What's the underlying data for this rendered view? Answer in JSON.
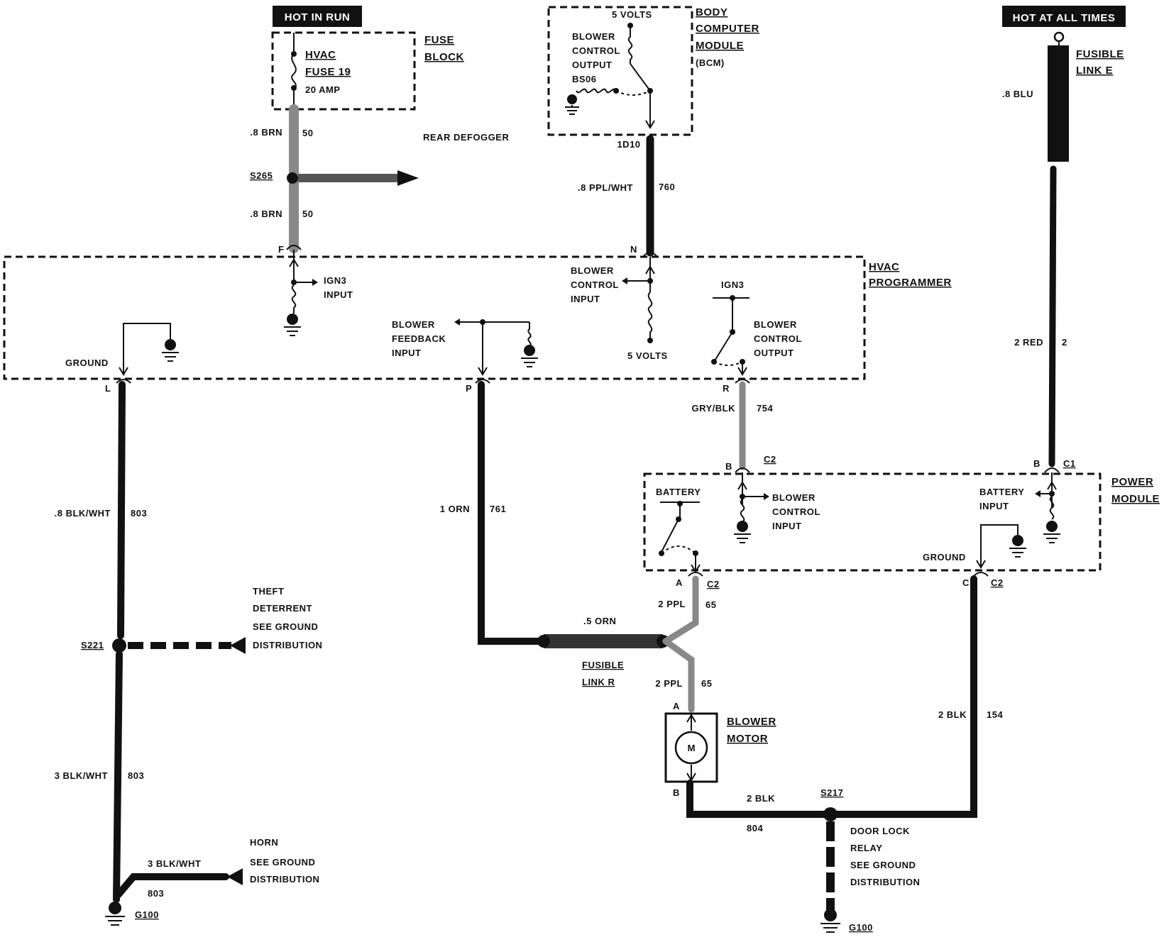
{
  "badges": {
    "hot_in_run": "HOT IN RUN",
    "hot_at_all_times": "HOT AT ALL TIMES"
  },
  "fuse_block": {
    "title_line1": "FUSE",
    "title_line2": "BLOCK",
    "fuse_line1": "HVAC",
    "fuse_line2": "FUSE 19",
    "fuse_line3": "20 AMP"
  },
  "bcm": {
    "title_line1": "BODY",
    "title_line2": "COMPUTER",
    "title_line3": "MODULE",
    "title_line4": "(BCM)",
    "supply": "5 VOLTS",
    "output_line1": "BLOWER",
    "output_line2": "CONTROL",
    "output_line3": "OUTPUT",
    "output_line4": "BS06",
    "connector": "1D10"
  },
  "fusible_link_e": {
    "line1": "FUSIBLE",
    "line2": "LINK E"
  },
  "wires": {
    "w_brn_upper_color": ".8 BRN",
    "w_brn_upper_num": "50",
    "w_brn_lower_color": ".8 BRN",
    "w_brn_lower_num": "50",
    "w_ppl_wht_color": ".8 PPL/WHT",
    "w_ppl_wht_num": "760",
    "w_blu_color": ".8 BLU",
    "w_red_color": "2 RED",
    "w_red_num": "2",
    "w_gry_blk_color": "GRY/BLK",
    "w_gry_blk_num": "754",
    "w_blk_wht_upper_color": ".8 BLK/WHT",
    "w_blk_wht_upper_num": "803",
    "w_orn_color": "1 ORN",
    "w_orn_num": "761",
    "w_orn_small": ".5 ORN",
    "w_ppl_upper_color": "2 PPL",
    "w_ppl_upper_num": "65",
    "w_ppl_lower_color": "2 PPL",
    "w_ppl_lower_num": "65",
    "w_blk_wht_lower_color": "3 BLK/WHT",
    "w_blk_wht_lower_num": "803",
    "w_horn_color": "3 BLK/WHT",
    "w_horn_num": "803",
    "w_blk_154_color": "2 BLK",
    "w_blk_154_num": "154",
    "w_blk_804_color": "2 BLK",
    "w_blk_804_num": "804"
  },
  "splices": {
    "s265": "S265",
    "s221": "S221",
    "s217": "S217"
  },
  "rear_defogger": "REAR DEFOGGER",
  "hvac_programmer": {
    "title_line1": "HVAC",
    "title_line2": "PROGRAMMER",
    "pin_f": "F",
    "pin_n": "N",
    "pin_l": "L",
    "pin_p": "P",
    "pin_r": "R",
    "ign3_input_1": "IGN3",
    "ign3_input_2": "INPUT",
    "blower_control_input_1": "BLOWER",
    "blower_control_input_2": "CONTROL",
    "blower_control_input_3": "INPUT",
    "ign3_top": "IGN3",
    "ground": "GROUND",
    "blower_feedback_1": "BLOWER",
    "blower_feedback_2": "FEEDBACK",
    "blower_feedback_3": "INPUT",
    "five_volts": "5 VOLTS",
    "blower_control_output_1": "BLOWER",
    "blower_control_output_2": "CONTROL",
    "blower_control_output_3": "OUTPUT"
  },
  "power_module": {
    "title_line1": "POWER",
    "title_line2": "MODULE",
    "pin_b_c2": "B",
    "conn_c2_top": "C2",
    "pin_b_c1": "B",
    "conn_c1": "C1",
    "battery": "BATTERY",
    "blower_control_input_1": "BLOWER",
    "blower_control_input_2": "CONTROL",
    "blower_control_input_3": "INPUT",
    "battery_input_1": "BATTERY",
    "battery_input_2": "INPUT",
    "ground": "GROUND",
    "pin_a": "A",
    "conn_c2_a": "C2",
    "pin_c": "C",
    "conn_c2_c": "C2"
  },
  "fusible_link_r": {
    "line1": "FUSIBLE",
    "line2": "LINK R"
  },
  "blower_motor": {
    "title_line1": "BLOWER",
    "title_line2": "MOTOR",
    "pin_a": "A",
    "pin_b": "B",
    "symbol": "M"
  },
  "theft_deterrent": {
    "line1": "THEFT",
    "line2": "DETERRENT",
    "line3": "SEE GROUND",
    "line4": "DISTRIBUTION"
  },
  "horn": {
    "line1": "HORN",
    "line2": "SEE GROUND",
    "line3": "DISTRIBUTION"
  },
  "door_lock_relay": {
    "line1": "DOOR LOCK",
    "line2": "RELAY",
    "line3": "SEE GROUND",
    "line4": "DISTRIBUTION"
  },
  "grounds": {
    "g100_left": "G100",
    "g100_right": "G100"
  }
}
